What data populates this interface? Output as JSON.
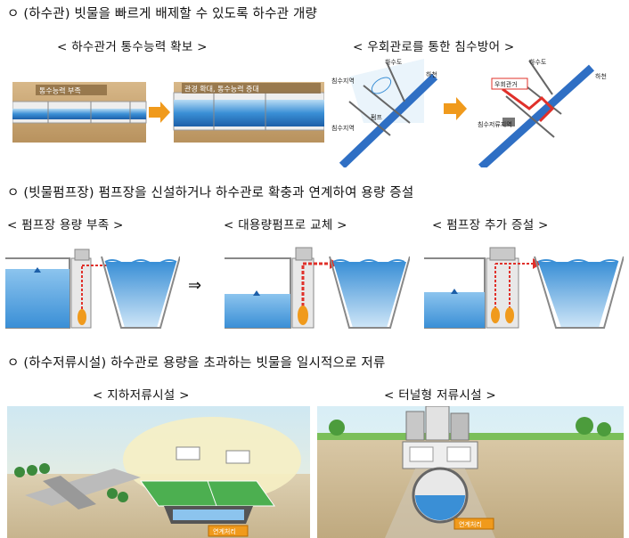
{
  "sections": [
    {
      "heading": "ㅇ (하수관) 빗물을 빠르게 배제할 수 있도록 하수관 개량",
      "panels": [
        {
          "caption": "< 하수관거 통수능력 확보 >",
          "labels": {
            "before": "통수능력 부족",
            "after": "관경 확대, 통수능력 증대"
          }
        },
        {
          "caption": "< 우회관로를 통한 침수방어 >",
          "labels": {
            "river": "하천",
            "zone": "침수지역",
            "zone2": "침수지역",
            "road": "하수도",
            "bypass": "우회관거",
            "road2": "하수도",
            "zone3": "침수저류지역",
            "river2": "하천",
            "pump": "펌프"
          }
        }
      ]
    },
    {
      "heading": "ㅇ (빗물펌프장) 펌프장을 신설하거나 하수관로 확충과 연계하여 용량 증설",
      "panels": [
        {
          "caption": "< 펌프장 용량 부족 >"
        },
        {
          "caption": "< 대용량펌프로 교체 >"
        },
        {
          "caption": "< 펌프장 추가 증설 >"
        }
      ],
      "arrow": "⇒"
    },
    {
      "heading": "ㅇ (하수저류시설) 하수관로 용량을 초과하는 빗물을 일시적으로 저류",
      "panels": [
        {
          "caption": "< 지하저류시설 >",
          "tag": "연계처리"
        },
        {
          "caption": "< 터널형 저류시설 >",
          "tag": "연계처리"
        }
      ]
    }
  ],
  "colors": {
    "water": "#3a8fd6",
    "water_light": "#8cc4ee",
    "arrow_orange": "#f09a1c",
    "pipe_blue": "#2f6fc4",
    "red": "#e0302a",
    "ground": "#d9c8a6",
    "sky": "#dff0f7"
  }
}
